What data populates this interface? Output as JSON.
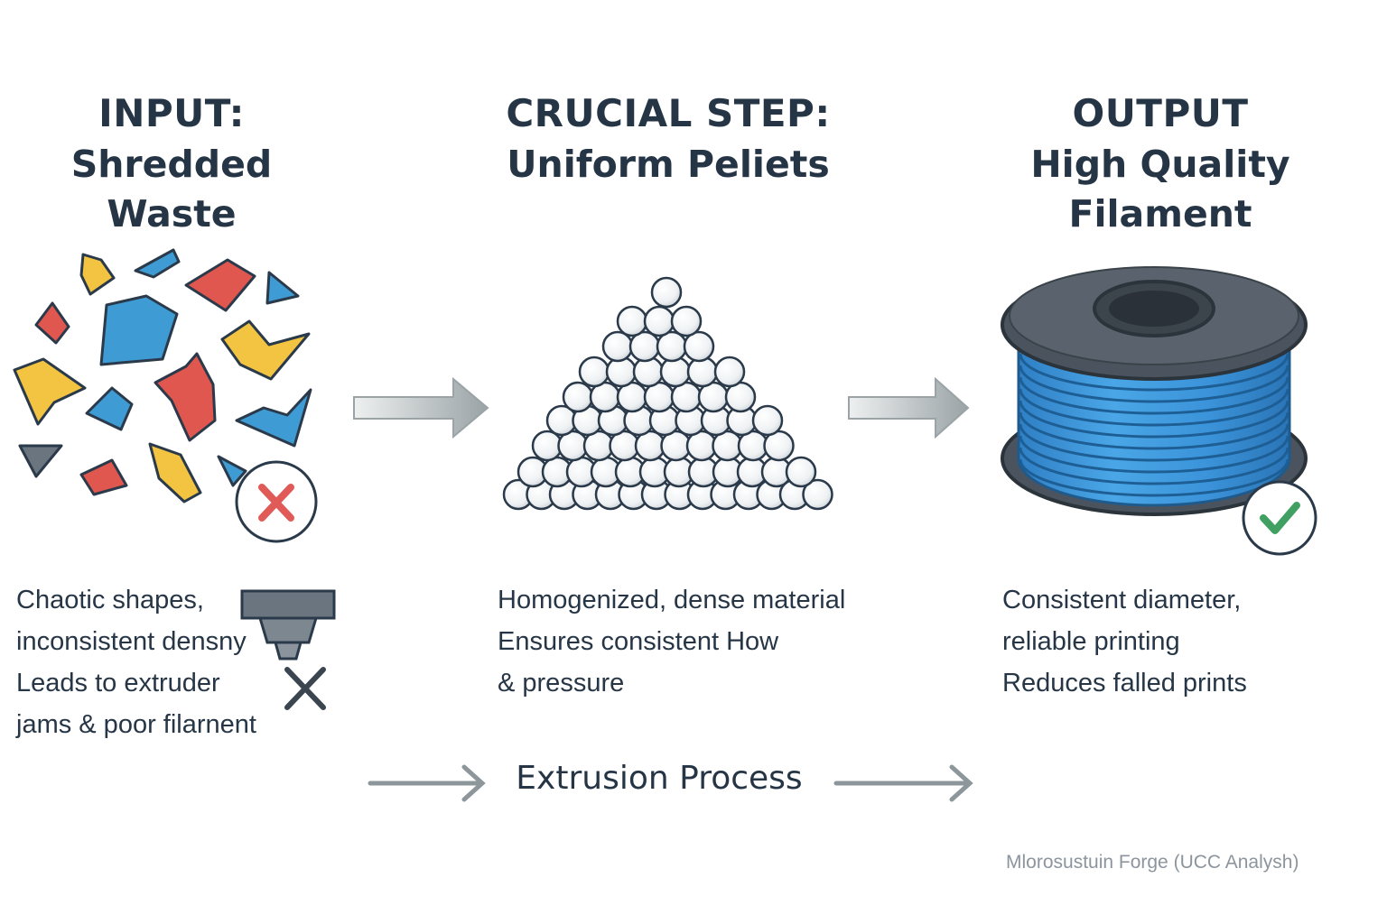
{
  "stages": [
    {
      "label": "INPUT:",
      "title": "Shredded Waste",
      "description": [
        "Chaotic shapes,",
        "inconsistent densny",
        "Leads to extruder",
        "jams & poor filarnent"
      ],
      "status": "x-mark",
      "status_color": "#e05a57",
      "colors": [
        "#e0574f",
        "#3f9bd3",
        "#f2c442",
        "#6b7580"
      ]
    },
    {
      "label": "CRUCIAL STEP:",
      "title": "Uniform Peliets",
      "description": [
        "Homogenized, dense material",
        "Ensures consistent How",
        "& pressure"
      ],
      "pellet_color": "#f2f4f5"
    },
    {
      "label": "OUTPUT",
      "title": "High Quality Filament",
      "description": [
        "Consistent diameter,",
        "reliable printing",
        "Reduces falled prints"
      ],
      "status": "check-mark",
      "status_color": "#3fa062",
      "filament_color": "#3b93d9",
      "spool_color": "#4b545e"
    }
  ],
  "process_label": "Extrusion Process",
  "source_note": "Mlorosustuin Forge (UCC Analysh)",
  "icons": [
    "shredded-plastic-icon",
    "nozzle-icon",
    "pellet-pile-icon",
    "filament-spool-icon",
    "x-mark-icon",
    "check-mark-icon",
    "arrow-right-icon"
  ]
}
